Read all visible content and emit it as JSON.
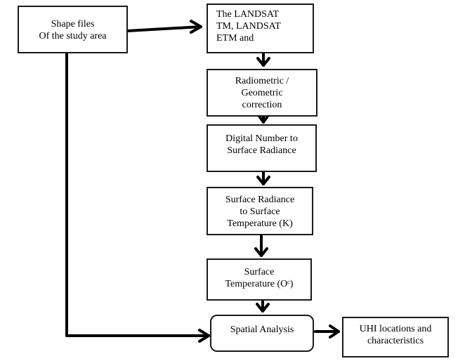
{
  "diagram": {
    "type": "flowchart",
    "nodes": [
      {
        "id": "shape",
        "lines": [
          "Shape files",
          "Of the study area"
        ]
      },
      {
        "id": "landsat",
        "lines": [
          "The LANDSAT",
          "TM, LANDSAT",
          "ETM and"
        ]
      },
      {
        "id": "radiometric",
        "lines": [
          "Radiometric /",
          "Geometric",
          "correction"
        ]
      },
      {
        "id": "dn",
        "lines": [
          "Digital Number to",
          "Surface Radiance"
        ]
      },
      {
        "id": "radiance",
        "lines": [
          "Surface Radiance",
          "to Surface",
          "Temperature (K)"
        ]
      },
      {
        "id": "temp",
        "lines": [
          "Surface",
          "Temperature (Oᶜ)"
        ]
      },
      {
        "id": "spatial",
        "lines": [
          "Spatial Analysis"
        ]
      },
      {
        "id": "uhi",
        "lines": [
          "UHI locations and",
          "characteristics"
        ]
      }
    ],
    "edges": [
      {
        "from": "shape",
        "to": "landsat"
      },
      {
        "from": "landsat",
        "to": "radiometric"
      },
      {
        "from": "radiometric",
        "to": "dn"
      },
      {
        "from": "dn",
        "to": "radiance"
      },
      {
        "from": "radiance",
        "to": "temp"
      },
      {
        "from": "temp",
        "to": "spatial"
      },
      {
        "from": "shape",
        "to": "spatial"
      },
      {
        "from": "spatial",
        "to": "uhi"
      }
    ]
  }
}
